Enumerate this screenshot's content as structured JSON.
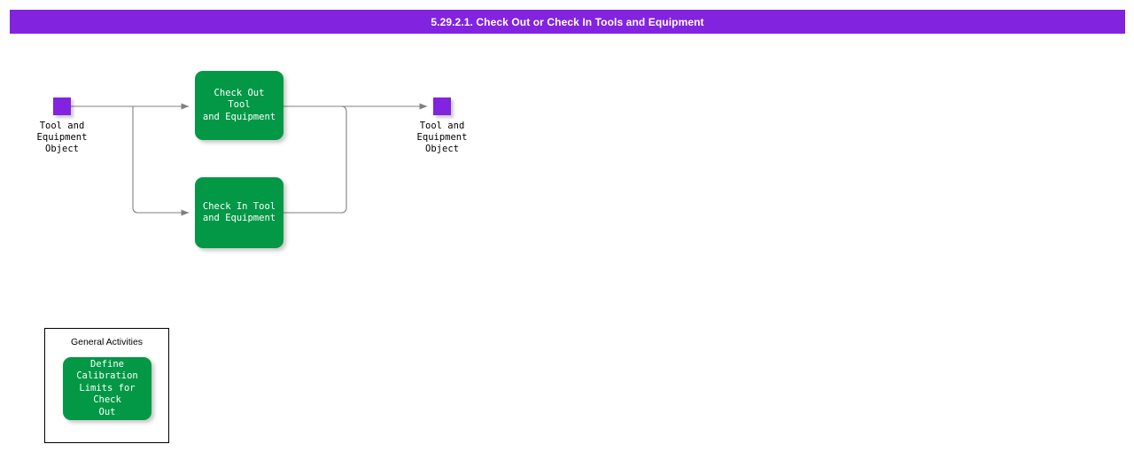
{
  "header": {
    "title": "5.29.2.1. Check Out or Check In Tools and Equipment",
    "background_color": "#8223E0",
    "text_color": "#FFFFFF"
  },
  "colors": {
    "activity_green": "#029846",
    "object_purple": "#8223E0",
    "connector_gray": "#808080",
    "group_border": "#000000",
    "canvas_background": "#FFFFFF"
  },
  "diagram": {
    "type": "process-flow",
    "objects": [
      {
        "id": "object-input",
        "label": "Tool and\nEquipment\nObject",
        "role": "input"
      },
      {
        "id": "object-output",
        "label": "Tool and\nEquipment\nObject",
        "role": "output"
      }
    ],
    "activities": [
      {
        "id": "activity-check-out",
        "label": "Check Out Tool\nand Equipment"
      },
      {
        "id": "activity-check-in",
        "label": "Check In Tool\nand Equipment"
      }
    ],
    "groups": [
      {
        "id": "group-general-activities",
        "title": "General Activities",
        "activities": [
          {
            "id": "activity-define-calibration-limits",
            "label": "Define\nCalibration\nLimits for Check\nOut"
          }
        ]
      }
    ],
    "edges": [
      {
        "from": "object-input",
        "to": "activity-check-out"
      },
      {
        "from": "object-input",
        "to": "activity-check-in"
      },
      {
        "from": "activity-check-out",
        "to": "object-output"
      },
      {
        "from": "activity-check-in",
        "to": "object-output"
      }
    ]
  }
}
